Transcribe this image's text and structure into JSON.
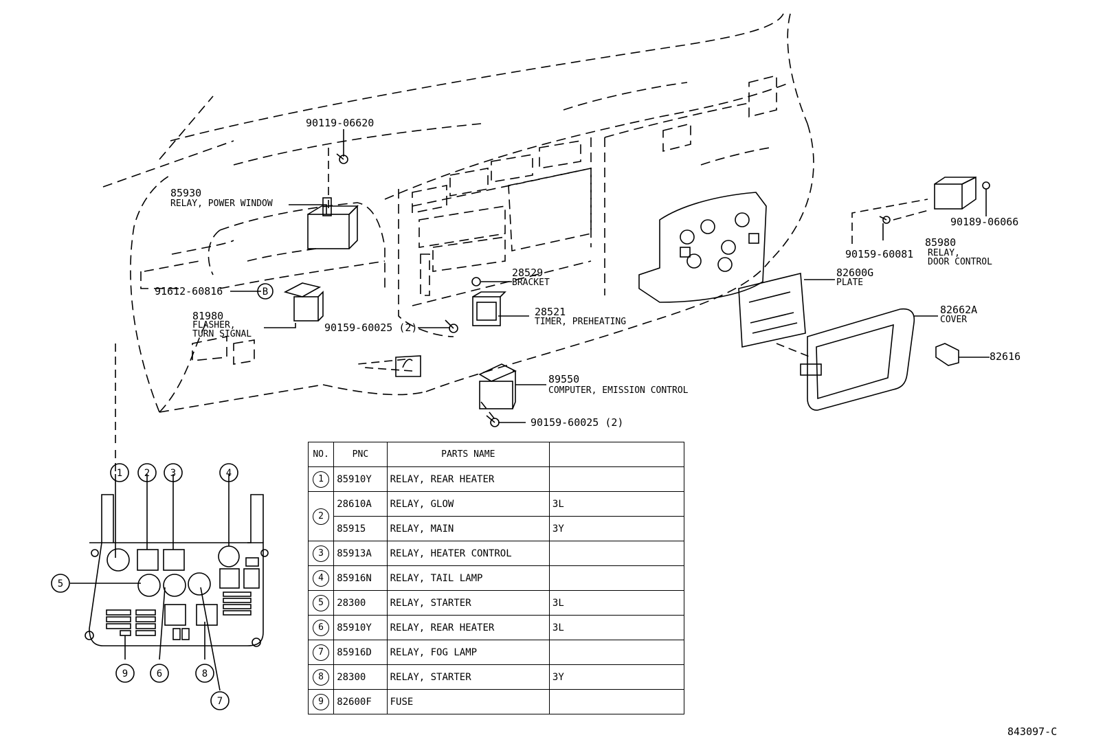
{
  "callouts": {
    "bolt_top": {
      "part_no": "90119-06620"
    },
    "relay_power_window": {
      "part_no": "85930",
      "desc": "RELAY, POWER WINDOW"
    },
    "bolt_b": {
      "part_no": "91612-60816",
      "marker": "B"
    },
    "flasher": {
      "part_no": "81980",
      "desc1": "FLASHER,",
      "desc2": "TURN SIGNAL"
    },
    "bracket": {
      "part_no": "28529",
      "desc": "BRACKET"
    },
    "timer": {
      "part_no": "28521",
      "desc": "TIMER, PREHEATING"
    },
    "screw_mid": {
      "part_no": "90159-60025 (2)"
    },
    "computer": {
      "part_no": "89550",
      "desc": "COMPUTER, EMISSION CONTROL"
    },
    "screw_low": {
      "part_no": "90159-60025 (2)"
    },
    "screw_right": {
      "part_no": "90159-60081"
    },
    "clip_right": {
      "part_no": "90189-06066"
    },
    "relay_door": {
      "part_no": "85980",
      "desc1": "RELAY,",
      "desc2": "DOOR CONTROL"
    },
    "plate": {
      "part_no": "82600G",
      "desc": "PLATE"
    },
    "cover": {
      "part_no": "82662A",
      "desc": "COVER"
    },
    "clip": {
      "part_no": "82616"
    }
  },
  "relay_block": {
    "numbers": [
      "1",
      "2",
      "3",
      "4",
      "5",
      "6",
      "7",
      "8",
      "9"
    ]
  },
  "table": {
    "headers": {
      "no": "NO.",
      "pnc": "PNC",
      "name": "PARTS NAME",
      "remark": ""
    },
    "rows": [
      {
        "no": "1",
        "pnc": "85910Y",
        "name": "RELAY, REAR HEATER",
        "remark": ""
      },
      {
        "no": "2",
        "pnc": "28610A",
        "name": "RELAY, GLOW",
        "remark": "3L"
      },
      {
        "no": "",
        "pnc": "85915",
        "name": "RELAY, MAIN",
        "remark": "3Y"
      },
      {
        "no": "3",
        "pnc": "85913A",
        "name": "RELAY, HEATER CONTROL",
        "remark": ""
      },
      {
        "no": "4",
        "pnc": "85916N",
        "name": "RELAY, TAIL LAMP",
        "remark": ""
      },
      {
        "no": "5",
        "pnc": "28300",
        "name": "RELAY, STARTER",
        "remark": "3L"
      },
      {
        "no": "6",
        "pnc": "85910Y",
        "name": "RELAY, REAR HEATER",
        "remark": "3L"
      },
      {
        "no": "7",
        "pnc": "85916D",
        "name": "RELAY, FOG LAMP",
        "remark": ""
      },
      {
        "no": "8",
        "pnc": "28300",
        "name": "RELAY, STARTER",
        "remark": "3Y"
      },
      {
        "no": "9",
        "pnc": "82600F",
        "name": "FUSE",
        "remark": ""
      }
    ]
  },
  "doc_code": "843097-C"
}
